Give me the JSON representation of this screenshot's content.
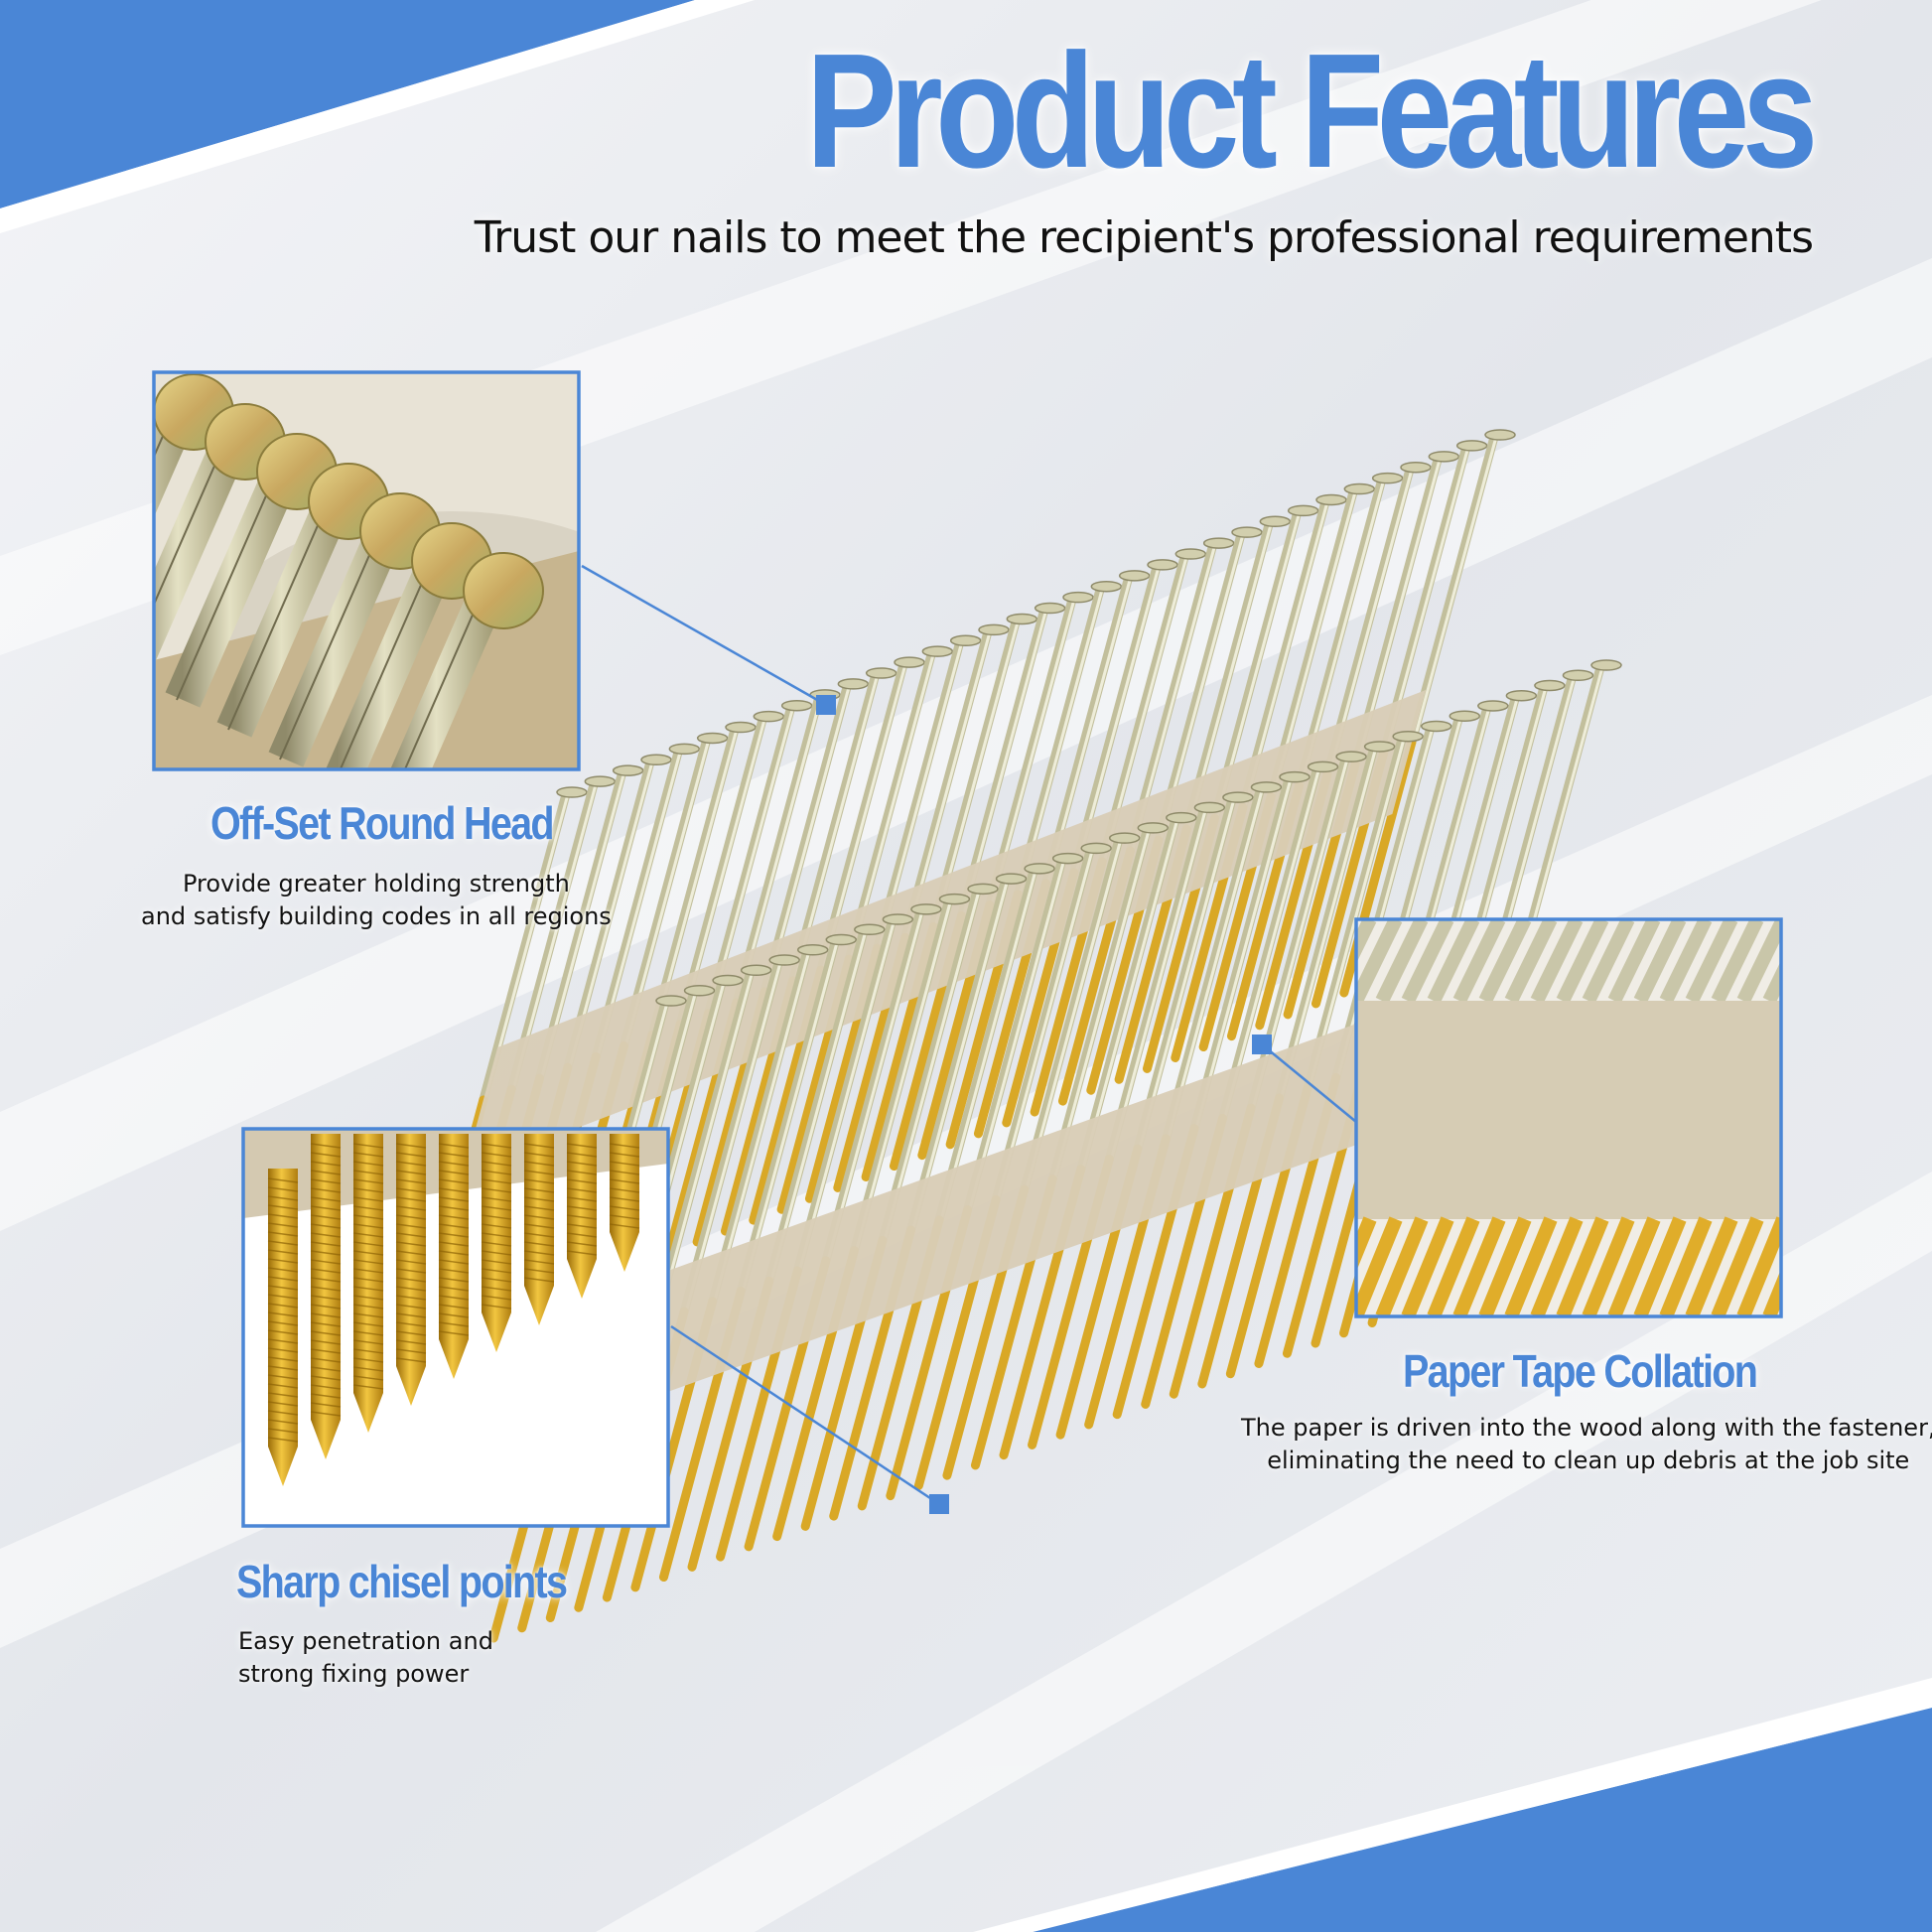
{
  "header": {
    "title": "Product Features",
    "subtitle": "Trust our nails to meet the recipient's professional requirements"
  },
  "features": [
    {
      "title": "Off-Set Round Head",
      "lines": [
        "Provide greater holding strength",
        "and satisfy building codes in all regions"
      ]
    },
    {
      "title": "Sharp chisel points",
      "lines": [
        "Easy penetration and",
        "strong fixing power"
      ]
    },
    {
      "title": "Paper Tape Collation",
      "lines": [
        "The paper is driven into the wood along with the fastener,",
        "eliminating the need to clean up debris at the job site"
      ]
    }
  ],
  "colors": {
    "accent": "#4a86d6",
    "background": "#e9ecf1",
    "text": "#111111",
    "nail_silver": "#c9c7a8",
    "nail_gold": "#d9a826",
    "paper_tape": "#d8cdb6"
  }
}
